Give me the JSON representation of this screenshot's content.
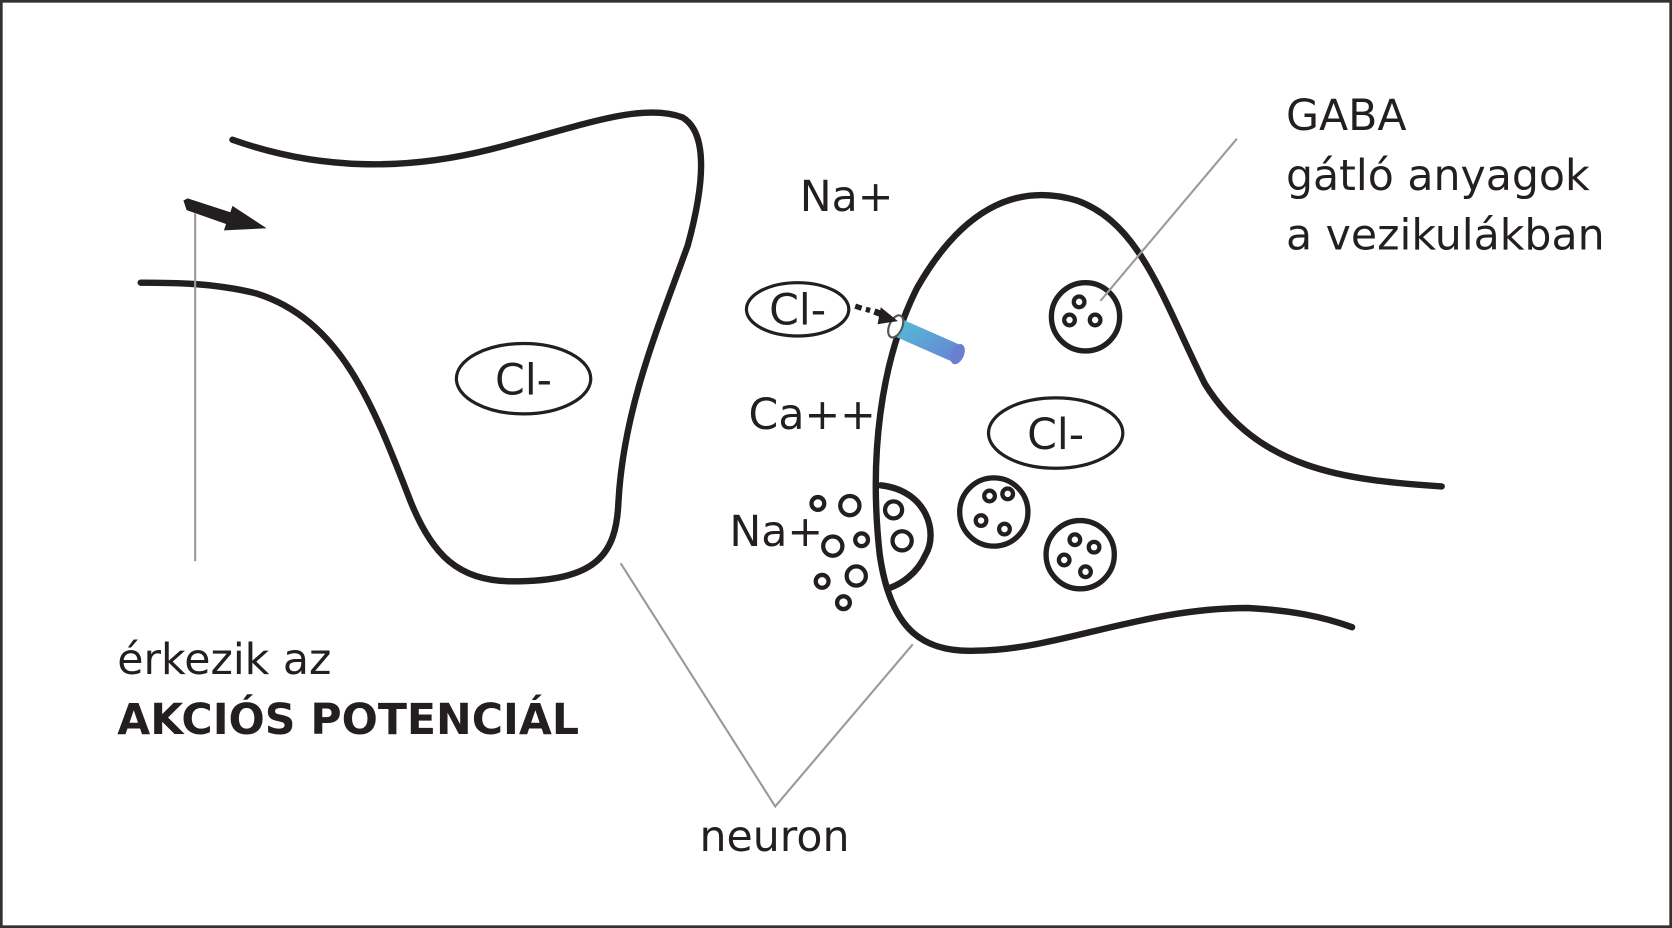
{
  "diagram": {
    "title": "GABA inhibitory synapse",
    "labels": {
      "na_top": "Na+",
      "cl_outside": "Cl-",
      "ca": "Ca++",
      "na_bottom": "Na+",
      "cl_left_cell": "Cl-",
      "cl_right_cell": "Cl-",
      "gaba_line1": "GABA",
      "gaba_line2": "gátló anyagok",
      "gaba_line3": "a vezikulákban",
      "action_line1": "érkezik az",
      "action_line2": "AKCIÓS POTENCIÁL",
      "neuron": "neuron"
    },
    "colors": {
      "stroke": "#231f20",
      "leader": "#9a9a9a",
      "channel_start": "#4fc3d9",
      "channel_end": "#6b7fd1",
      "border": "#333333"
    },
    "icons": {
      "signal_arrow": "arrow-right-icon",
      "ion_channel": "ion-channel-icon",
      "vesicle": "vesicle-icon"
    }
  }
}
